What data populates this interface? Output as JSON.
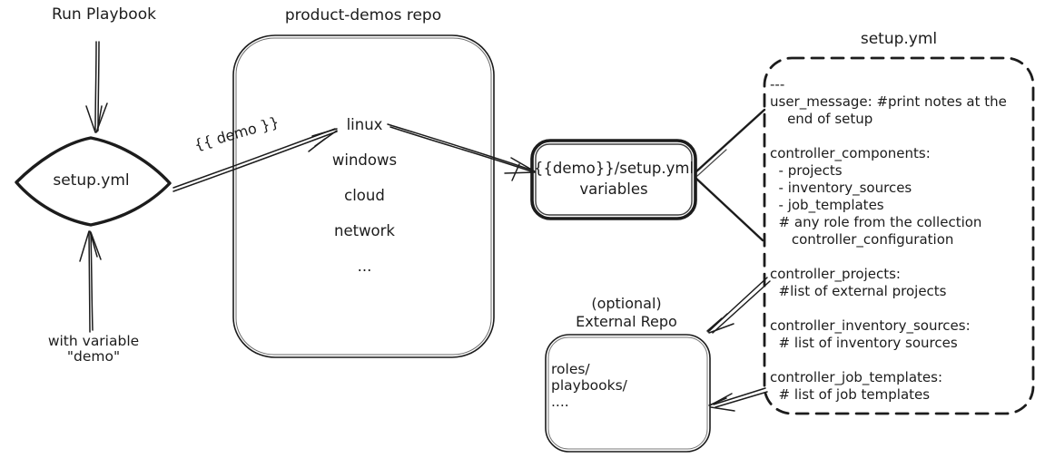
{
  "diagram": {
    "ink_color": "#1c1c1c",
    "background_color": "#ffffff",
    "run_playbook_label": "Run Playbook",
    "with_variable_label": "with variable\n\"demo\"",
    "demo_edge_label": "{{ demo }}",
    "setup_diamond": {
      "label": "setup.yml"
    },
    "product_demos_repo": {
      "title": "product-demos repo",
      "items": [
        "linux",
        "windows",
        "cloud",
        "network",
        "..."
      ]
    },
    "variables_box": {
      "label": "{{demo}}/setup.yml\nvariables"
    },
    "setup_yml_file": {
      "title": "setup.yml",
      "content": "---\nuser_message: #print notes at the\n    end of setup\n\ncontroller_components:\n  - projects\n  - inventory_sources\n  - job_templates\n  # any role from the collection\n     controller_configuration\n\ncontroller_projects:\n  #list of external projects\n\ncontroller_inventory_sources:\n  # list of inventory sources\n\ncontroller_job_templates:\n  # list of job templates"
    },
    "external_repo": {
      "title": "(optional)\nExternal Repo",
      "content": "roles/\nplaybooks/\n...."
    }
  }
}
